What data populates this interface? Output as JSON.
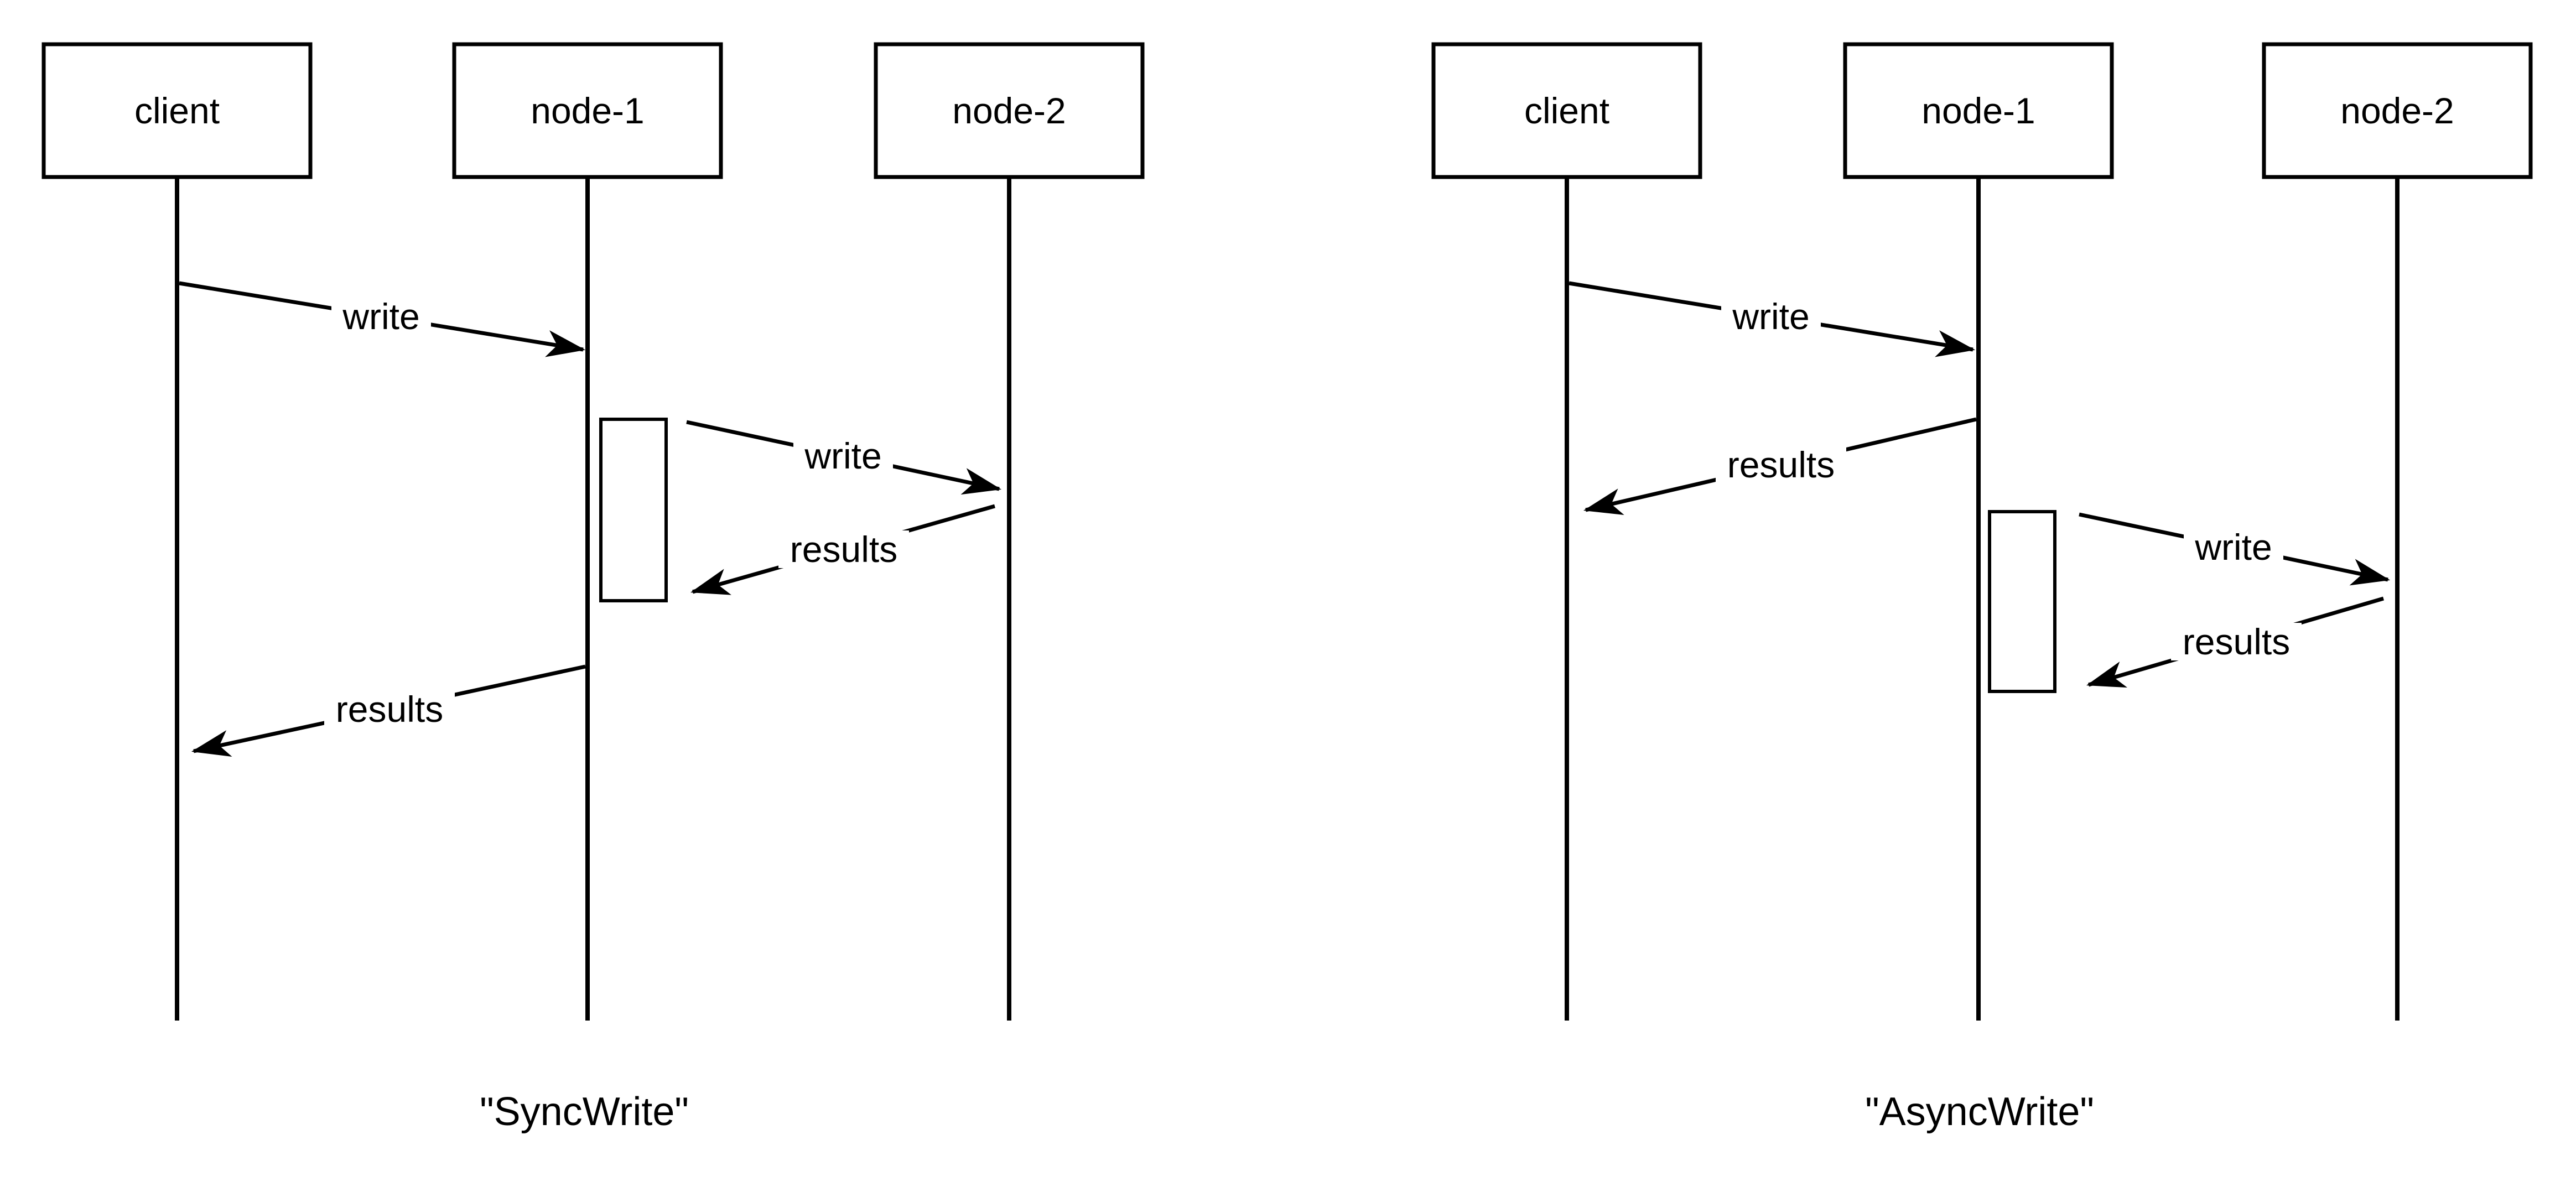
{
  "canvas": {
    "background_color": "#ffffff",
    "line_color": "#000000"
  },
  "diagrams": [
    {
      "name": "SyncWrite",
      "caption": "\"SyncWrite\"",
      "lifelines": [
        {
          "label": "client"
        },
        {
          "label": "node-1"
        },
        {
          "label": "node-2"
        }
      ],
      "messages": [
        {
          "label": "write",
          "from": "client",
          "to": "node-1"
        },
        {
          "label": "write",
          "from": "node-1",
          "to": "node-2"
        },
        {
          "label": "results",
          "from": "node-2",
          "to": "node-1"
        },
        {
          "label": "results",
          "from": "node-1",
          "to": "client"
        }
      ],
      "activations": [
        {
          "on": "node-1"
        }
      ]
    },
    {
      "name": "AsyncWrite",
      "caption": "\"AsyncWrite\"",
      "lifelines": [
        {
          "label": "client"
        },
        {
          "label": "node-1"
        },
        {
          "label": "node-2"
        }
      ],
      "messages": [
        {
          "label": "write",
          "from": "client",
          "to": "node-1"
        },
        {
          "label": "results",
          "from": "node-1",
          "to": "client"
        },
        {
          "label": "write",
          "from": "node-1",
          "to": "node-2"
        },
        {
          "label": "results",
          "from": "node-2",
          "to": "node-1"
        }
      ],
      "activations": [
        {
          "on": "node-1"
        }
      ]
    }
  ]
}
